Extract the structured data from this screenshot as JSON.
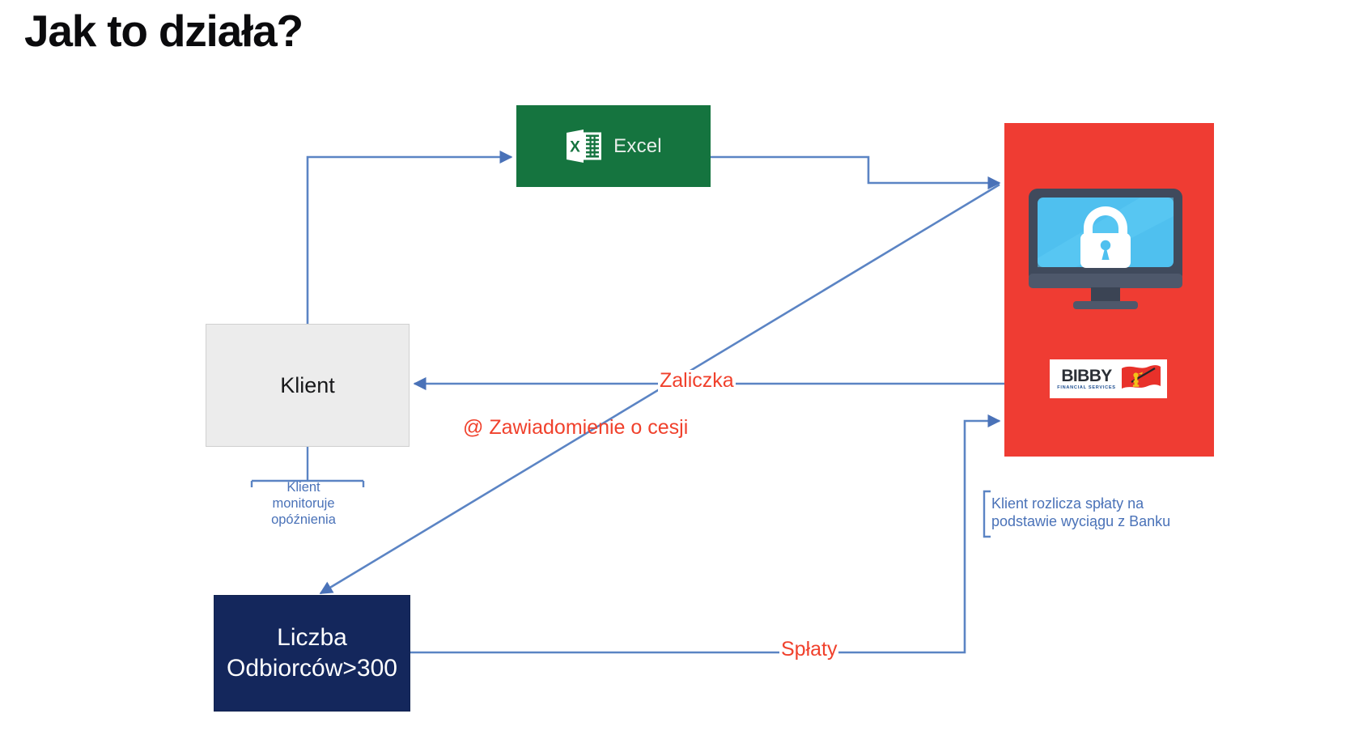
{
  "page": {
    "title": "Jak to działa?",
    "background": "#ffffff"
  },
  "colors": {
    "title": "#0b0b0d",
    "excel_green": "#15743f",
    "klient_gray": "#ececec",
    "liczba_navy": "#14275c",
    "bank_red": "#ef3c33",
    "connector_blue": "#5b84c4",
    "label_red": "#f0412c",
    "note_blue": "#4a72b8",
    "monitor_bezel": "#404a5c",
    "monitor_screen": "#4fc0ef",
    "padlock_white": "#ffffff",
    "bibby_text": "#2b2f36",
    "bibby_tagline": "#1f4f91",
    "bibby_flag_red": "#e8312a",
    "bibby_flag_gold": "#f2c318"
  },
  "nodes": {
    "excel": {
      "label": "Excel",
      "icon": "excel-logo-icon",
      "logo_letter": "X"
    },
    "klient": {
      "label": "Klient"
    },
    "liczba": {
      "label_line1": "Liczba",
      "label_line2": "Odbiorców>300"
    },
    "bank": {
      "monitor_icon": "monitor-lock-icon",
      "logo": {
        "wordmark": "BIBBY",
        "tagline": "FINANCIAL SERVICES",
        "flag_icon": "bibby-flag-icon"
      }
    }
  },
  "flow_labels": {
    "zaliczka": "Zaliczka",
    "cesja": "@ Zawiadomienie o cesji",
    "splaty": "Spłaty"
  },
  "notes": {
    "klient_monitoring": {
      "line1": "Klient",
      "line2": "monitoruje",
      "line3": "opóźnienia"
    },
    "bank_settlement": {
      "line1": "Klient rozlicza spłaty na",
      "line2": "podstawie wyciągu z Banku"
    }
  }
}
